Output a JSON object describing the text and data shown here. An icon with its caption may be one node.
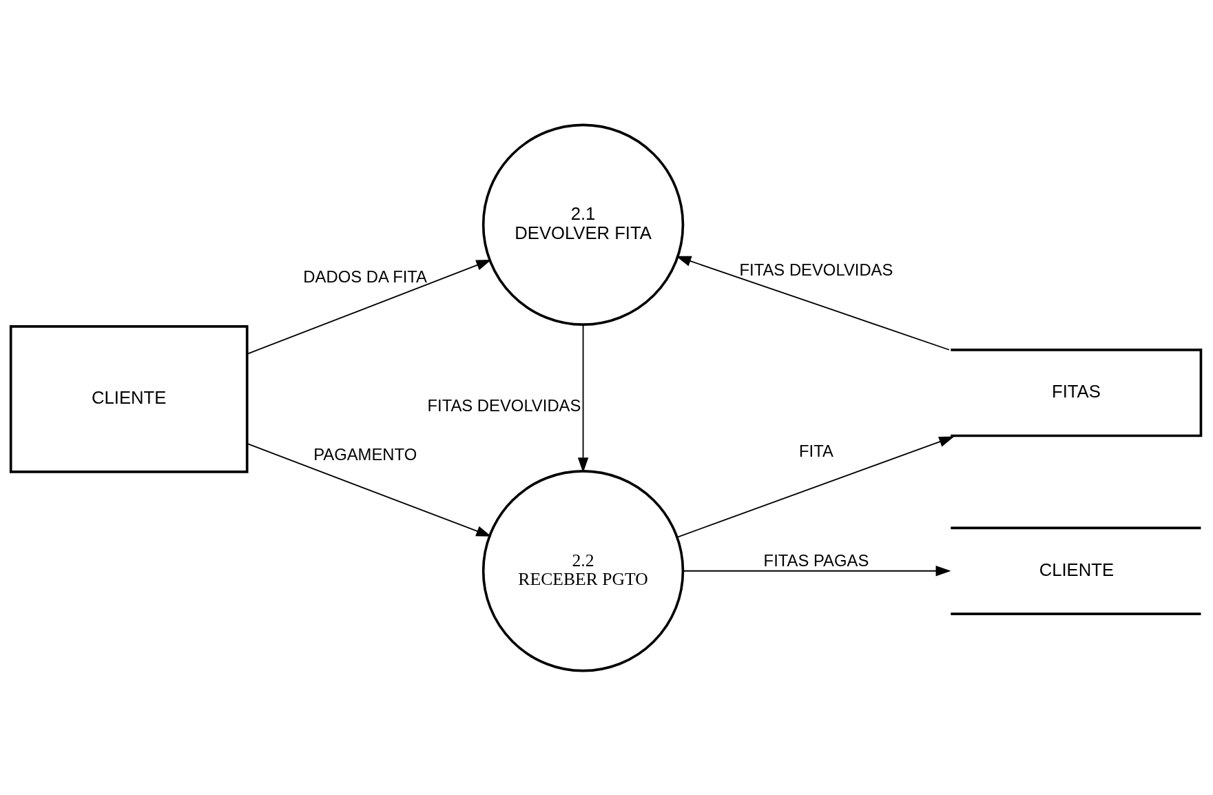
{
  "diagram": {
    "nodes": [
      {
        "text": [
          "CLIENTE"
        ]
      },
      {
        "text": [
          "2.1",
          "DEVOLVER FITA"
        ]
      },
      {
        "text": [
          "2.2",
          "RECEBER PGTO"
        ]
      },
      {
        "text": [
          "FITAS"
        ]
      },
      {
        "text": [
          "CLIENTE"
        ]
      }
    ],
    "edges": [
      {
        "from": 0,
        "to": 1,
        "arrow": "to",
        "label": "DADOS DA FITA"
      },
      {
        "from": 1,
        "to": 2,
        "arrow": "to",
        "label": "FITAS DEVOLVIDAS"
      },
      {
        "from": 3,
        "to": 1,
        "arrow": "to",
        "label": "FITAS DEVOLVIDAS"
      },
      {
        "from": 2,
        "to": 3,
        "arrow": "to",
        "label": "FITA"
      },
      {
        "from": 2,
        "to": 4,
        "arrow": "to",
        "label": "FITAS PAGAS"
      },
      {
        "from": 0,
        "to": 2,
        "arrow": "to",
        "label": "PAGAMENTO"
      }
    ]
  }
}
